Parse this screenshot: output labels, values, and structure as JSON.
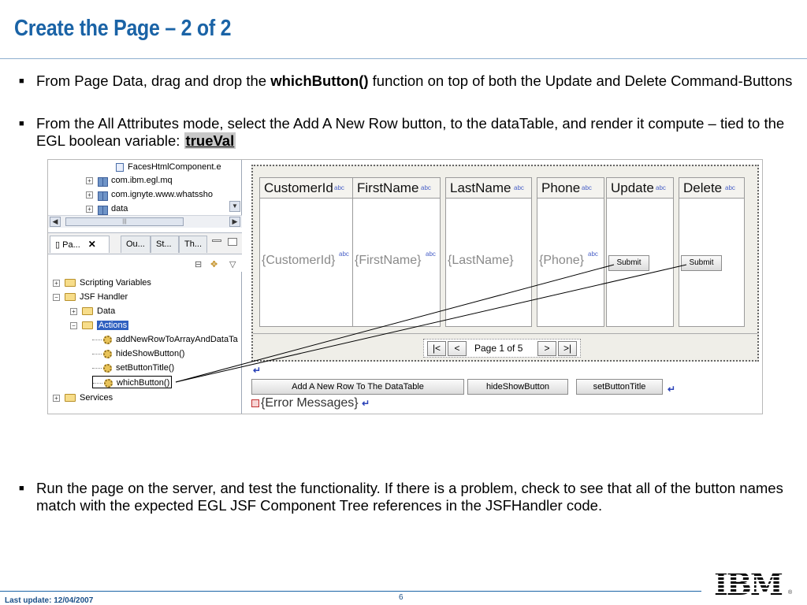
{
  "slide": {
    "title": "Create the Page – 2 of 2",
    "footer_date": "Last update: 12/04/2007",
    "page_number": "6",
    "logo_text": "IBM"
  },
  "bullets": [
    {
      "pre": "From Page Data, drag and drop the ",
      "bold": "whichButton()",
      "post": " function on top of both the Update and Delete Command-Buttons"
    },
    {
      "pre": "From the All Attributes mode, select the Add A New Row button, to the dataTable, and render it compute – tied to the EGL boolean variable: ",
      "bold": "trueVal",
      "post": ""
    },
    {
      "pre": "Run the page on the server, and test the functionality.  If there is a problem, check to see that all of the button names match with the expected EGL JSF Component Tree references in the JSFHandler code."
    }
  ],
  "explorer": {
    "items": [
      {
        "label": "FacesHtmlComponent.e",
        "kind": "file"
      },
      {
        "label": "com.ibm.egl.mq",
        "kind": "package"
      },
      {
        "label": "com.ignyte.www.whatssho",
        "kind": "package"
      },
      {
        "label": "data",
        "kind": "package"
      }
    ]
  },
  "tabs": [
    {
      "label": "Pa...",
      "active": true
    },
    {
      "label": "Ou...",
      "active": false
    },
    {
      "label": "St...",
      "active": false
    },
    {
      "label": "Th...",
      "active": false
    }
  ],
  "outline": {
    "items": [
      {
        "label": "Scripting Variables",
        "kind": "folder"
      },
      {
        "label": "JSF Handler",
        "kind": "folder"
      },
      {
        "label": "Data",
        "kind": "folder"
      },
      {
        "label": "Actions",
        "kind": "folder"
      },
      {
        "label": "addNewRowToArrayAndDataTa",
        "kind": "action"
      },
      {
        "label": "hideShowButton()",
        "kind": "action"
      },
      {
        "label": "setButtonTitle()",
        "kind": "action"
      },
      {
        "label": "whichButton()",
        "kind": "action"
      },
      {
        "label": "Services",
        "kind": "folder"
      }
    ]
  },
  "datatable": {
    "columns": [
      {
        "header": "CustomerId",
        "value": "{CustomerId}"
      },
      {
        "header": "FirstName",
        "value": "{FirstName}"
      },
      {
        "header": "LastName",
        "value": "{LastName}"
      },
      {
        "header": "Phone",
        "value": "{Phone}"
      },
      {
        "header": "Update",
        "button": "Submit"
      },
      {
        "header": "Delete",
        "button": "Submit"
      }
    ],
    "badge": "abc",
    "pager": {
      "text": "Page 1 of 5",
      "first": "|<",
      "prev": "<",
      "next": ">",
      "last": ">|"
    }
  },
  "commands": {
    "add_row": "Add A New Row To The DataTable",
    "hide_show": "hideShowButton",
    "set_title": "setButtonTitle",
    "error_messages": "{Error Messages}"
  }
}
